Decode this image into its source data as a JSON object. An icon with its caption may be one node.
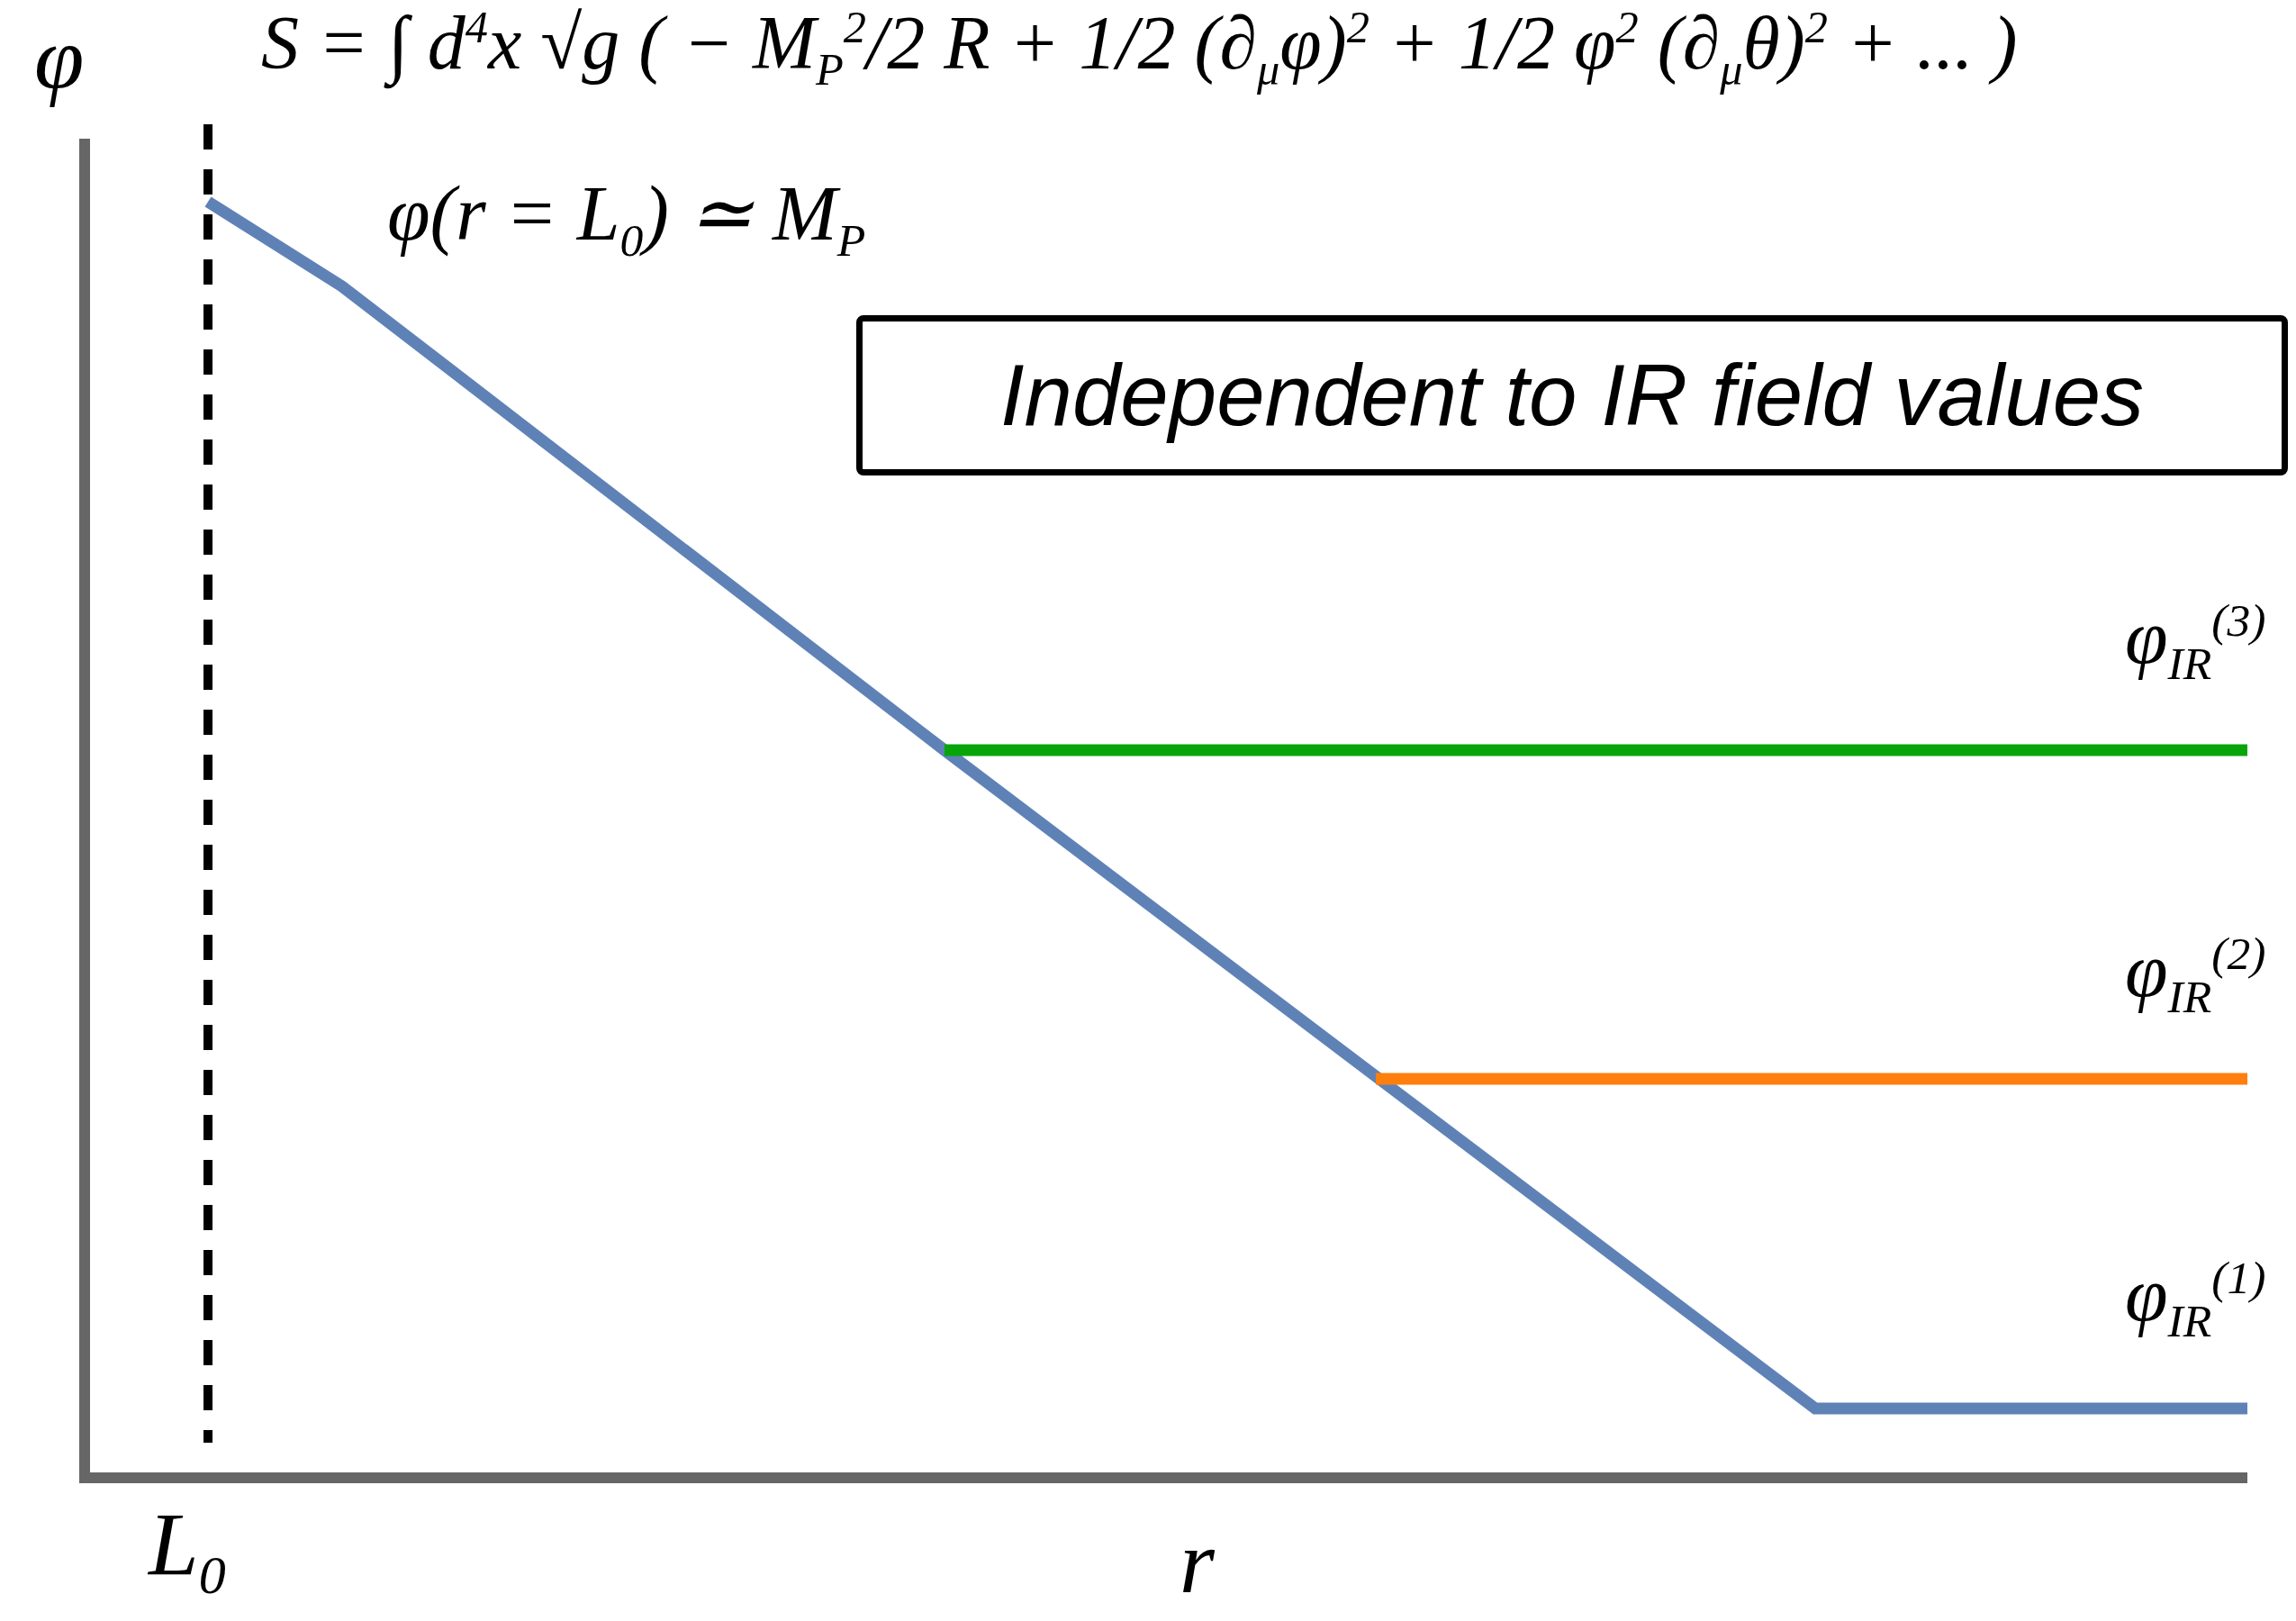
{
  "diagram": {
    "nodes": [
      {
        "text": [
          "Independent to IR field values"
        ]
      }
    ],
    "labels": [
      "S = ∫ d$^{4}$x √g ( − M$_{P}$$^{2}$/2 R + 1/2 (∂$_{μ}$φ)$^{2}$ + 1/2 φ$^{2}$ (∂$_{μ}$θ)$^{2}$ + ... )",
      "φ",
      "φ(r = L$_{0}$) ≃ M$_{P}$",
      "φ$_{IR}$$^{(3)}$",
      "φ$_{IR}$$^{(2)}$",
      "φ$_{IR}$$^{(1)}$",
      "L$_{0}$",
      "r"
    ]
  }
}
